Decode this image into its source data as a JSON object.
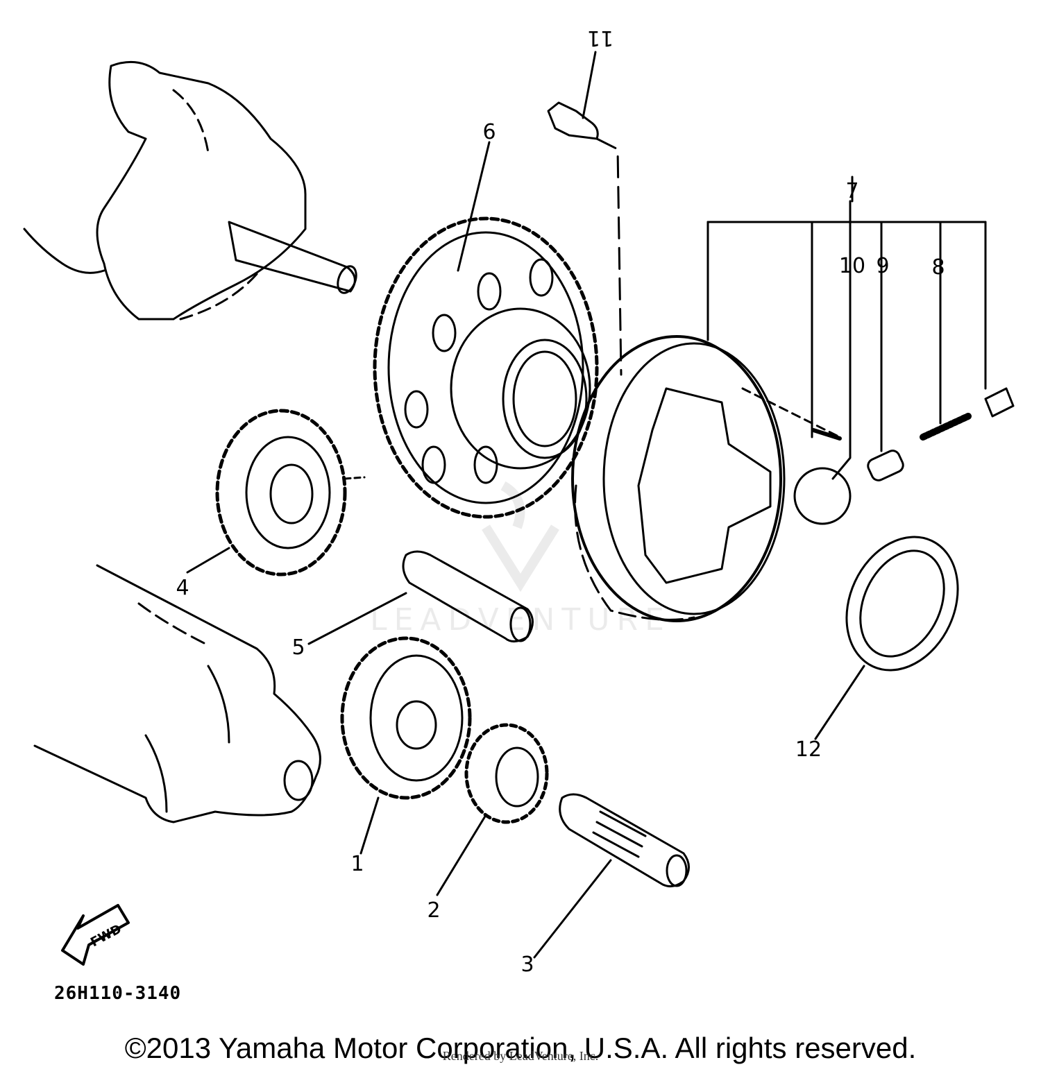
{
  "diagram": {
    "callouts": [
      "1",
      "2",
      "3",
      "4",
      "5",
      "6",
      "7",
      "8",
      "9",
      "10",
      "11",
      "12"
    ],
    "drawing_number": "26H110-3140",
    "fwd_arrow_label": "FWD",
    "watermark_text": "LEADVENTURE"
  },
  "footer": {
    "copyright": "©2013 Yamaha Motor Corporation, U.S.A. All rights reserved.",
    "rendered_by": "Rendered by LeadVenture, Inc."
  }
}
